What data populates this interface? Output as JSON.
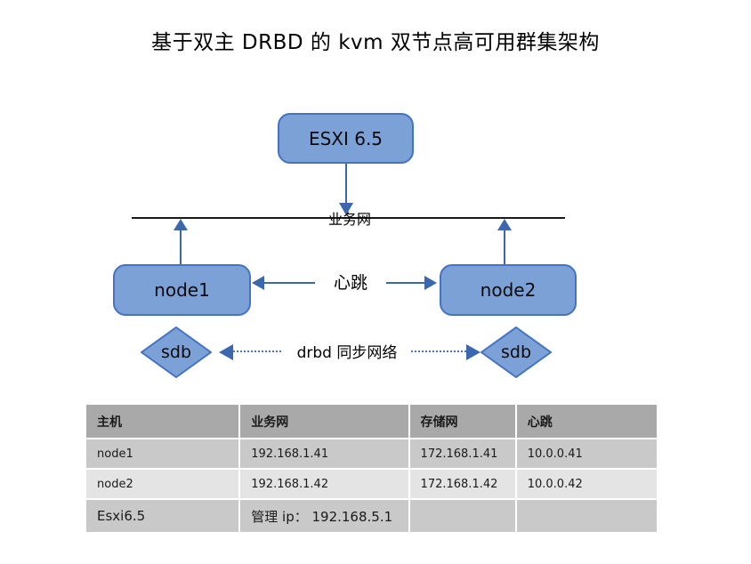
{
  "title": "基于双主 DRBD 的 kvm 双节点高可用群集架构",
  "diagram": {
    "esxi_label": "ESXI 6.5",
    "business_net_label": "业务网",
    "heartbeat_label": "心跳",
    "node1_label": "node1",
    "node2_label": "node2",
    "disk1_label": "sdb",
    "disk2_label": "sdb",
    "drbd_label": "drbd 同步网络"
  },
  "colors": {
    "shape_fill": "#7ba1d7",
    "shape_border": "#4472c4",
    "arrow": "#3a67ae",
    "table_header_bg": "#a9a9a9",
    "table_row_odd_bg": "#c9c9c9",
    "table_row_even_bg": "#e4e4e4"
  },
  "table": {
    "headers": [
      "主机",
      "业务网",
      "存储网",
      "心跳"
    ],
    "rows": [
      {
        "host": "node1",
        "business": "192.168.1.41",
        "storage": "172.168.1.41",
        "heartbeat": "10.0.0.41"
      },
      {
        "host": "node2",
        "business": "192.168.1.42",
        "storage": "172.168.1.42",
        "heartbeat": "10.0.0.42"
      },
      {
        "host": "Esxi6.5",
        "business": "管理 ip：  192.168.5.1",
        "storage": "",
        "heartbeat": ""
      }
    ]
  }
}
